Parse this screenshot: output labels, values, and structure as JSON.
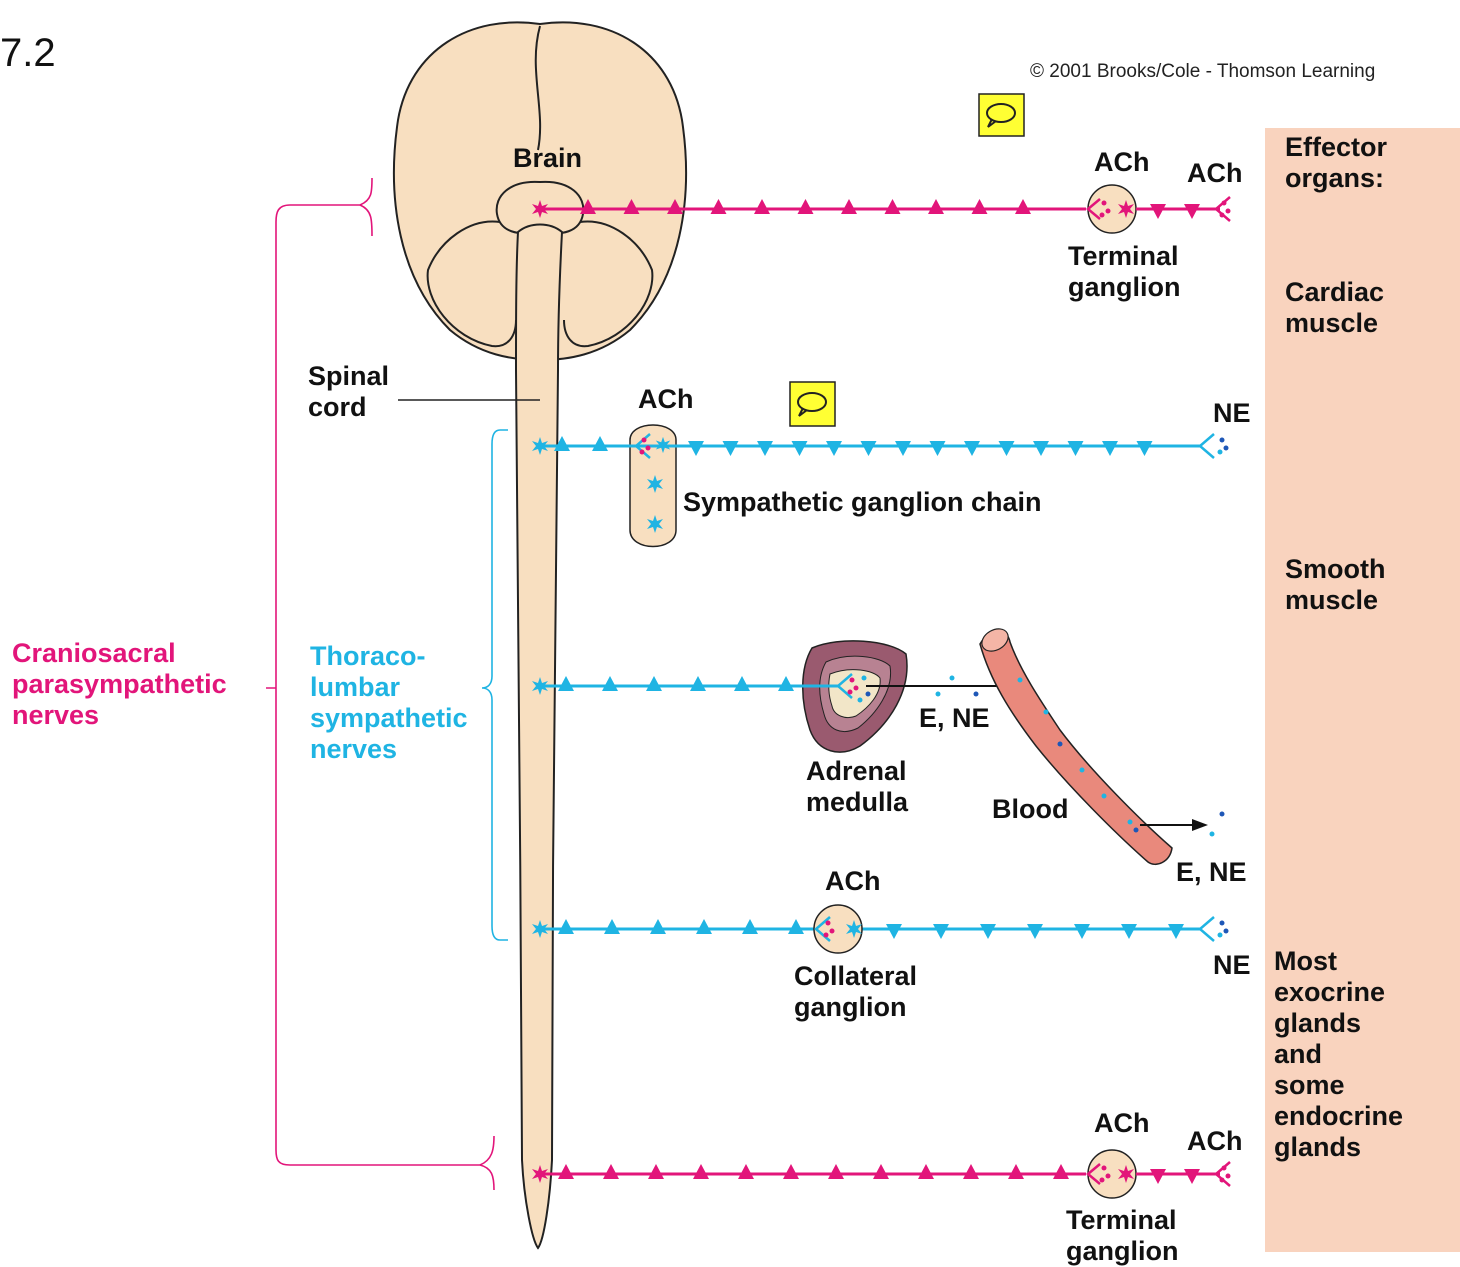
{
  "figure_number": "7.2",
  "copyright": "© 2001 Brooks/Cole - Thomson Learning",
  "labels": {
    "brain": "Brain",
    "spinal_cord": [
      "Spinal",
      "cord"
    ],
    "craniosacral": [
      "Craniosacral",
      "parasympathetic",
      "nerves"
    ],
    "thoracolumbar": [
      "Thoraco-",
      "lumbar",
      "sympathetic",
      "nerves"
    ],
    "effector_header": [
      "Effector",
      "organs:"
    ],
    "cardiac": [
      "Cardiac",
      "muscle"
    ],
    "smooth": [
      "Smooth",
      "muscle"
    ],
    "glands": [
      "Most",
      "exocrine",
      "glands",
      "and",
      "some",
      "endocrine",
      "glands"
    ],
    "terminal_ganglion": [
      "Terminal",
      "ganglion"
    ],
    "sympathetic_chain": "Sympathetic ganglion chain",
    "adrenal": [
      "Adrenal",
      "medulla"
    ],
    "blood": "Blood",
    "e_ne": "E, NE",
    "collateral": [
      "Collateral",
      "ganglion"
    ],
    "ach": "ACh",
    "ne": "NE"
  },
  "colors": {
    "parasympathetic": "#e2157a",
    "sympathetic": "#1fb4e3",
    "tissue": "#f8dfc0",
    "effector_panel": "#f9d3be",
    "blood_vessel": "#e9897c",
    "adrenal": "#9a5a6f"
  },
  "icons": [
    "comment-icon",
    "comment-icon"
  ]
}
